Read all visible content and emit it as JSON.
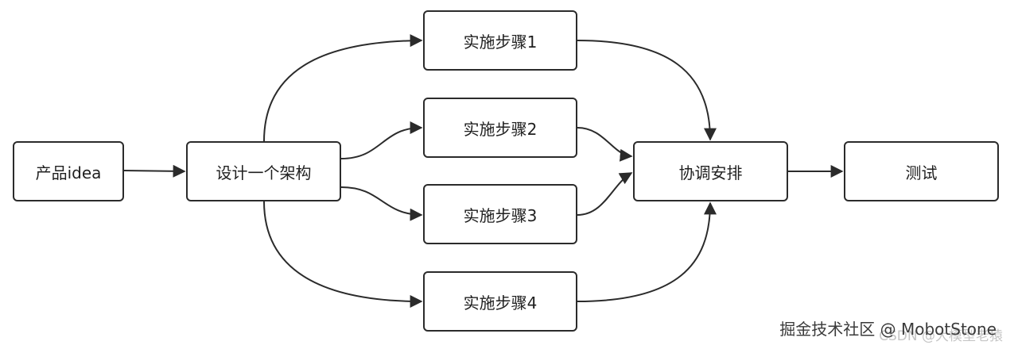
{
  "nodes": {
    "idea": "产品idea",
    "architecture": "设计一个架构",
    "step1": "实施步骤1",
    "step2": "实施步骤2",
    "step3": "实施步骤3",
    "step4": "实施步骤4",
    "coordinate": "协调安排",
    "test": "测试"
  },
  "watermarks": {
    "main": "掘金技术社区 @ MobotStone",
    "csdn": "CSDN @大模型老猿"
  },
  "colors": {
    "stroke": "#2b2b2b",
    "background": "#ffffff"
  }
}
